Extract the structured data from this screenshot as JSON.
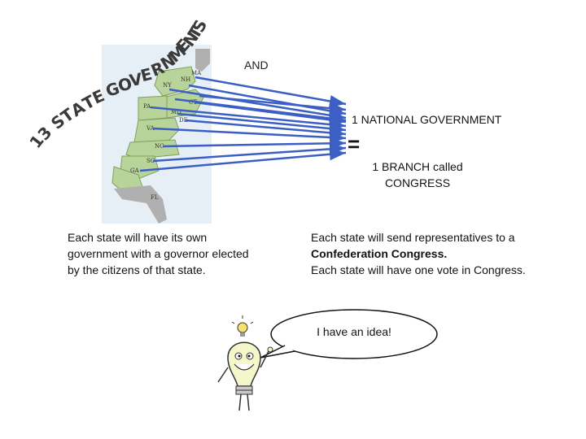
{
  "title_arc": "13 STATE GOVERNMENTS",
  "and_label": "AND",
  "national_government": "1 NATIONAL GOVERNMENT",
  "equals_sign": "=",
  "branch_line1": "1 BRANCH called",
  "branch_line2": "CONGRESS",
  "left_text": "Each state will have its own government with a governor elected by the citizens of that state.",
  "right_text_1": "Each state will send representatives to a",
  "right_text_bold": "Confederation Congress.",
  "right_text_2": "Each state will have one vote in Congress.",
  "speech_bubble": "I have an idea!",
  "state_labels": [
    "MA",
    "NY",
    "NH",
    "PA",
    "CT",
    "MD",
    "DE",
    "VA",
    "NC",
    "SC",
    "GA",
    "FL"
  ],
  "colors": {
    "arrow": "#3b5fc4",
    "state_fill": "#b8d49a",
    "state_dark": "#7fa05a",
    "non_state": "#b0b0b0",
    "map_bg": "#e6eef6"
  },
  "icons": [
    "lightbulb-character-icon",
    "small-lightbulb-icon",
    "speech-bubble"
  ]
}
